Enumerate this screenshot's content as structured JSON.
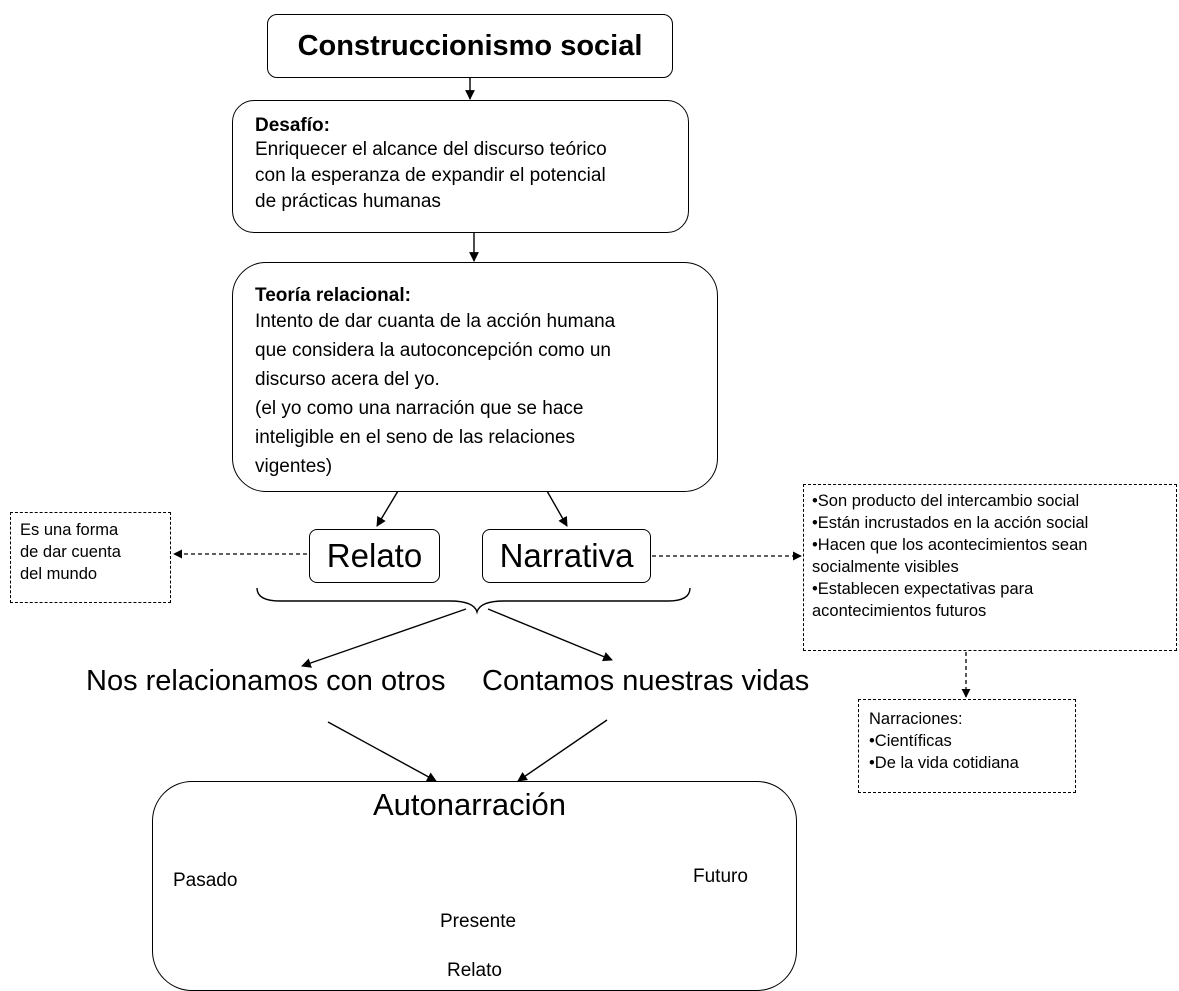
{
  "title": "Construccionismo social",
  "desafio": {
    "heading": "Desafío:",
    "lines": [
      "Enriquecer el alcance del discurso teórico",
      "con la esperanza de expandir el potencial",
      "de prácticas humanas"
    ]
  },
  "teoria": {
    "heading": "Teoría relacional:",
    "lines": [
      "Intento de dar cuanta de la acción humana",
      "que considera la autoconcepción como un",
      "discurso acera del yo.",
      "(el yo como una narración que se hace",
      "inteligible en el seno de las relaciones",
      "vigentes)"
    ]
  },
  "relato": "Relato",
  "narrativa": "Narrativa",
  "relato_note": [
    "Es una forma",
    "de dar cuenta",
    "del mundo"
  ],
  "narrativa_notes": [
    "•Son producto del intercambio social",
    "•Están incrustados en la acción social",
    "•Hacen que los acontecimientos sean",
    "socialmente visibles",
    "•Establecen expectativas para",
    "acontecimientos futuros"
  ],
  "narraciones": [
    "Narraciones:",
    "•Científicas",
    "•De la vida cotidiana"
  ],
  "left_outcome": "Nos relacionamos con otros",
  "right_outcome": "Contamos nuestras vidas",
  "autonarracion": {
    "title": "Autonarración",
    "pasado": "Pasado",
    "presente": "Presente",
    "futuro": "Futuro",
    "timeline_label": "Relato"
  }
}
